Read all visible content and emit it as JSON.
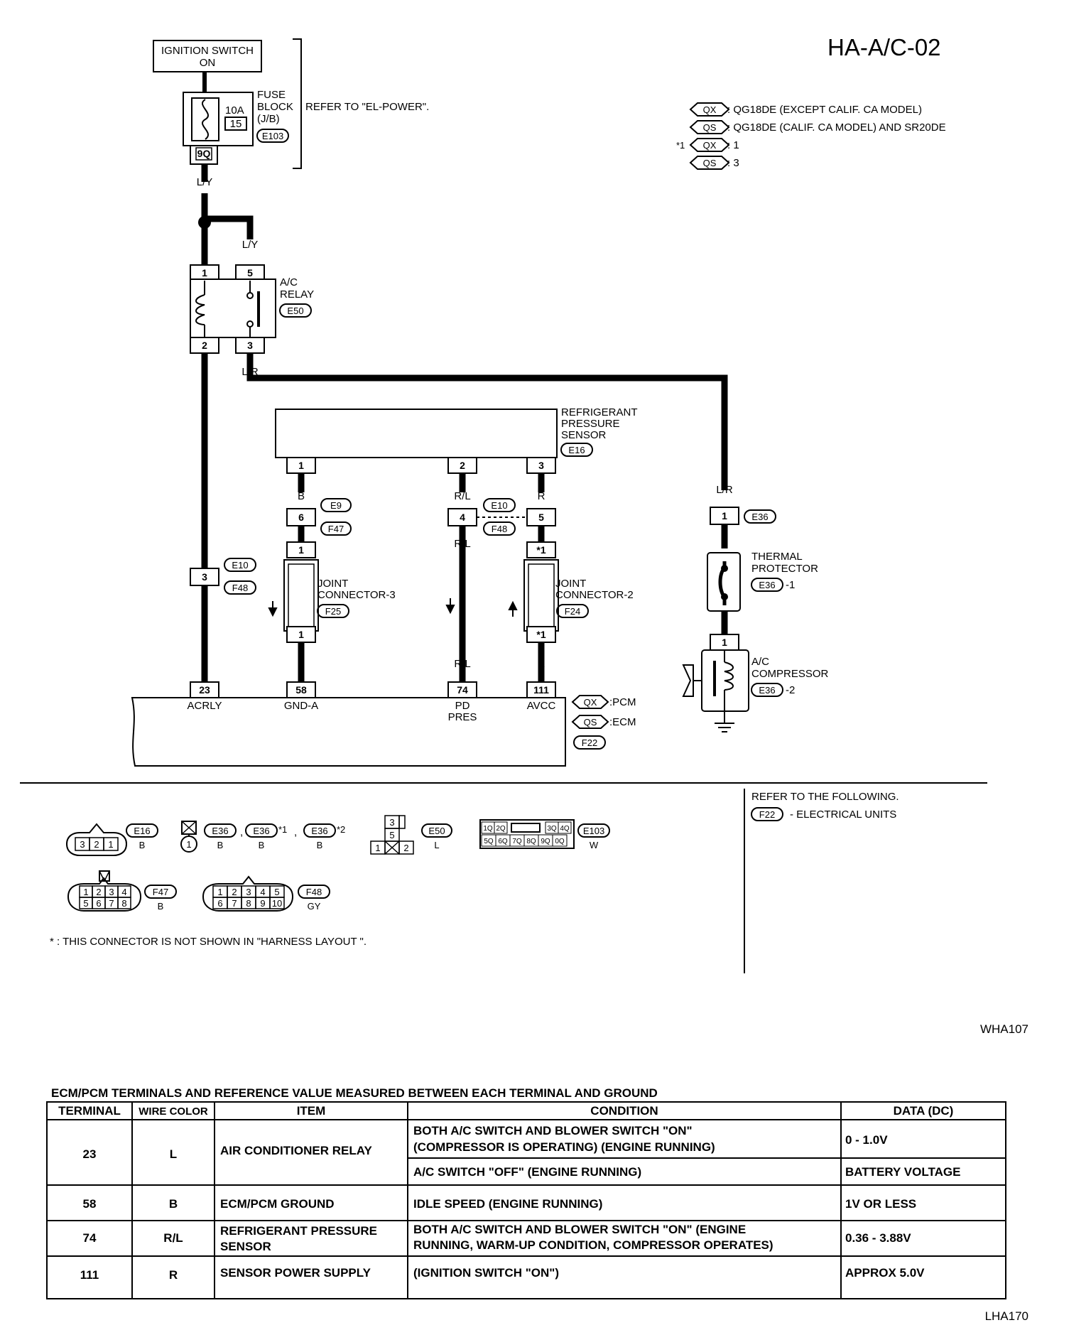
{
  "diagram_title": "HA-A/C-02",
  "legend": [
    {
      "badge": "QX",
      "text": ": QG18DE (EXCEPT CALIF. CA MODEL)"
    },
    {
      "badge": "QS",
      "text": ": QG18DE (CALIF. CA MODEL) AND SR20DE"
    },
    {
      "prefix": "*1",
      "badge": "QX",
      "text": ": 1"
    },
    {
      "badge": "QS",
      "text": ": 3"
    }
  ],
  "ignition_switch": {
    "line1": "IGNITION SWITCH",
    "line2": "ON"
  },
  "fuse_block": {
    "line1": "FUSE",
    "line2": "BLOCK",
    "line3": "(J/B)",
    "rating": "10A",
    "fuse_no": "15",
    "connector": "E103",
    "pin": "9Q",
    "refer": "REFER TO \"EL-POWER\"."
  },
  "wire_colors": {
    "ly": "L/Y",
    "l": "L",
    "lr": "L/R",
    "b": "B",
    "rl": "R/L",
    "r": "R"
  },
  "ac_relay": {
    "line1": "A/C",
    "line2": "RELAY",
    "connector": "E50",
    "pins": [
      "1",
      "5",
      "2",
      "3"
    ]
  },
  "pressure_sensor": {
    "line1": "REFRIGERANT",
    "line2": "PRESSURE",
    "line3": "SENSOR",
    "connector": "E16",
    "pins": [
      "1",
      "2",
      "3"
    ]
  },
  "inline_connectors": {
    "e9": "E9",
    "f47": "F47",
    "e10": "E10",
    "f48": "F48",
    "e36": "E36",
    "pin6": "6",
    "pin4": "4",
    "pin5": "5",
    "pin3": "3",
    "pin1": "1"
  },
  "joint3": {
    "line1": "JOINT",
    "line2": "CONNECTOR-3",
    "connector": "F25",
    "pin_top": "1",
    "pin_bot": "1"
  },
  "joint2": {
    "line1": "JOINT",
    "line2": "CONNECTOR-2",
    "connector": "F24",
    "pin_top": "*1",
    "pin_bot": "*1"
  },
  "thermal": {
    "line1": "THERMAL",
    "line2": "PROTECTOR",
    "connector": "E36",
    "suffix": "-1"
  },
  "compressor": {
    "line1": "A/C",
    "line2": "COMPRESSOR",
    "connector": "E36",
    "suffix": "-2",
    "pin": "1"
  },
  "ecm": {
    "terminals": [
      {
        "pin": "23",
        "label": "ACRLY",
        "label2": ""
      },
      {
        "pin": "58",
        "label": "GND-A",
        "label2": ""
      },
      {
        "pin": "74",
        "label": "PD",
        "label2": "PRES"
      },
      {
        "pin": "111",
        "label": "AVCC",
        "label2": ""
      }
    ],
    "legend_qx": ":PCM",
    "legend_qs": ":ECM",
    "connector": "F22"
  },
  "refer_following": {
    "line1": "REFER TO THE FOLLOWING.",
    "connector": "F22",
    "text": "- ELECTRICAL UNITS"
  },
  "connector_views": {
    "e16": {
      "pins": [
        "3",
        "2",
        "1"
      ],
      "code": "E16",
      "color": "B"
    },
    "e36": {
      "pin": "1",
      "codes": [
        "E36",
        "E36",
        "E36"
      ],
      "sup1": "*1",
      "sup2": "*2",
      "colors": [
        "B",
        "B",
        "B"
      ],
      "sep": ","
    },
    "e50": {
      "pins": [
        "3",
        "5",
        "1",
        "2"
      ],
      "code": "E50",
      "color": "L"
    },
    "e103": {
      "row1": [
        "1Q",
        "2Q",
        "",
        "3Q",
        "4Q"
      ],
      "row2": [
        "5Q",
        "6Q",
        "7Q",
        "8Q",
        "9Q",
        "0Q"
      ],
      "code": "E103",
      "color": "W"
    },
    "f47": {
      "row1": [
        "1",
        "2",
        "3",
        "4"
      ],
      "row2": [
        "5",
        "6",
        "7",
        "8"
      ],
      "code": "F47",
      "color": "B"
    },
    "f48": {
      "row1": [
        "1",
        "2",
        "3",
        "4",
        "5"
      ],
      "row2": [
        "6",
        "7",
        "8",
        "9",
        "10"
      ],
      "code": "F48",
      "color": "GY"
    }
  },
  "footnote": "* : THIS CONNECTOR IS NOT SHOWN IN \"HARNESS LAYOUT \".",
  "fig_code_1": "WHA107",
  "fig_code_2": "LHA170",
  "table": {
    "title": "ECM/PCM TERMINALS AND REFERENCE VALUE MEASURED BETWEEN EACH TERMINAL AND GROUND",
    "headers": [
      "TERMINAL",
      "WIRE COLOR",
      "ITEM",
      "CONDITION",
      "DATA (DC)"
    ],
    "rows": [
      {
        "terminal": "23",
        "wire": "L",
        "item": [
          "AIR CONDITIONER RELAY"
        ],
        "conditions": [
          {
            "text": [
              "BOTH A/C SWITCH AND BLOWER SWITCH \"ON\"",
              "(COMPRESSOR IS OPERATING) (ENGINE RUNNING)"
            ],
            "data": "0 - 1.0V"
          },
          {
            "text": [
              "A/C SWITCH \"OFF\" (ENGINE RUNNING)"
            ],
            "data": "BATTERY VOLTAGE"
          }
        ]
      },
      {
        "terminal": "58",
        "wire": "B",
        "item": [
          "ECM/PCM GROUND"
        ],
        "conditions": [
          {
            "text": [
              "IDLE SPEED (ENGINE RUNNING)"
            ],
            "data": "1V OR LESS"
          }
        ]
      },
      {
        "terminal": "74",
        "wire": "R/L",
        "item": [
          "REFRIGERANT PRESSURE",
          "SENSOR"
        ],
        "conditions": [
          {
            "text": [
              "BOTH A/C SWITCH AND BLOWER SWITCH \"ON\" (ENGINE",
              "RUNNING, WARM-UP CONDITION, COMPRESSOR OPERATES)"
            ],
            "data": "0.36 - 3.88V"
          }
        ]
      },
      {
        "terminal": "111",
        "wire": "R",
        "item": [
          "SENSOR POWER SUPPLY"
        ],
        "conditions": [
          {
            "text": [
              "(IGNITION SWITCH \"ON\")"
            ],
            "data": "APPROX 5.0V"
          }
        ]
      }
    ]
  }
}
